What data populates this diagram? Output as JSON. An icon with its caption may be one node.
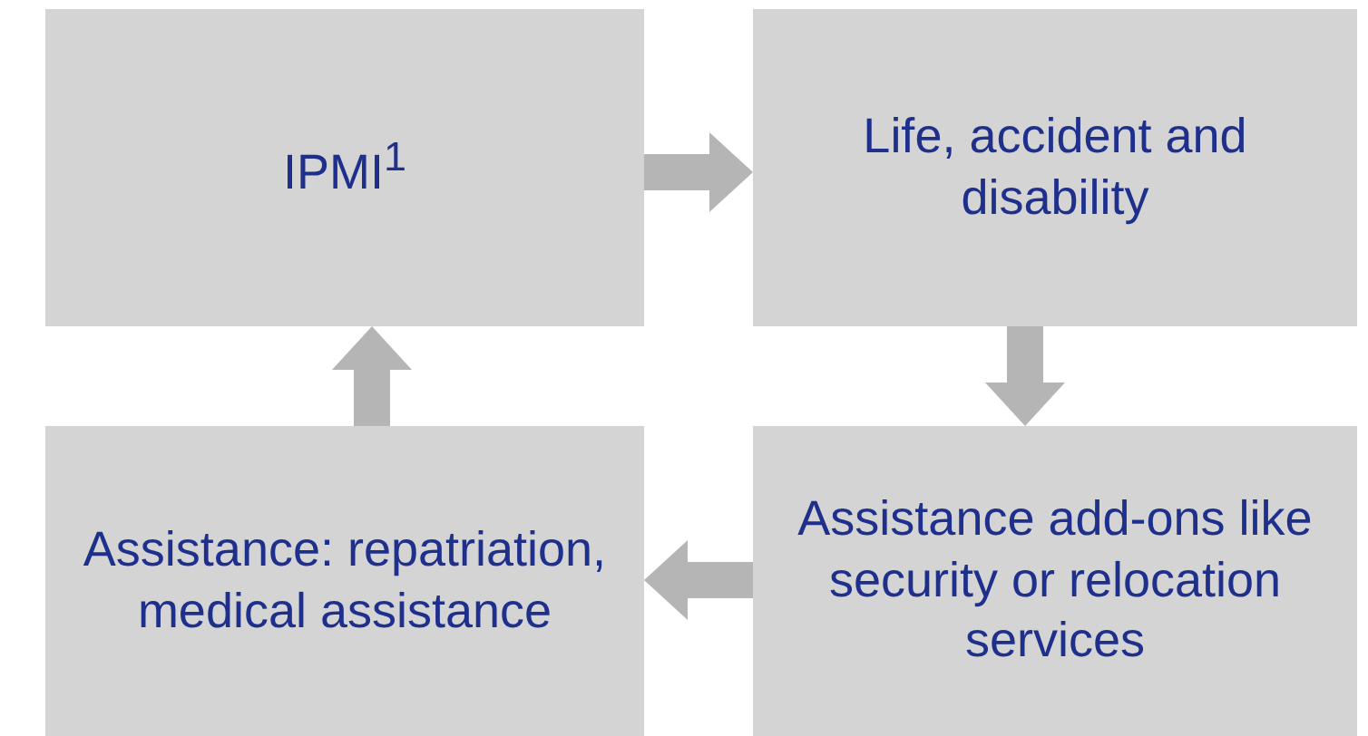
{
  "diagram": {
    "nodes": [
      {
        "text": [
          "IPMI$^{1}$"
        ]
      },
      {
        "text": [
          "Life, accident and disability"
        ]
      },
      {
        "text": [
          "Assistance: repatriation, medical assistance"
        ]
      },
      {
        "text": [
          "Assistance add-ons like security or relocation services"
        ]
      }
    ],
    "edges": [
      {
        "from": 0,
        "to": 1,
        "arrow": "to"
      },
      {
        "from": 1,
        "to": 3,
        "arrow": "to"
      },
      {
        "from": 3,
        "to": 2,
        "arrow": "to"
      },
      {
        "from": 2,
        "to": 0,
        "arrow": "to"
      }
    ]
  }
}
